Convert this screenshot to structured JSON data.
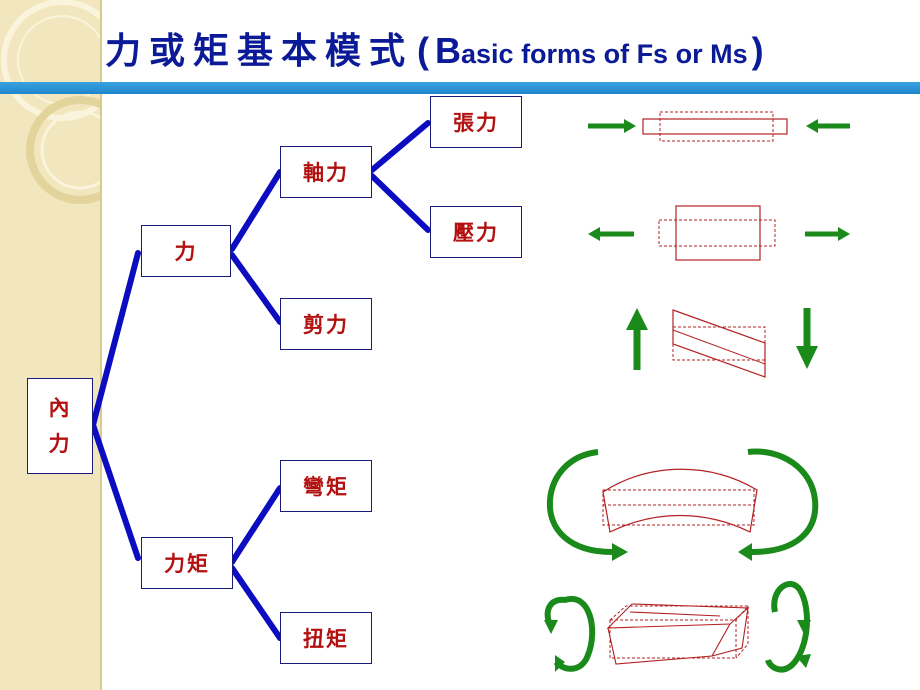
{
  "title": {
    "zh": "力或矩基本模式",
    "paren_open": "(",
    "en_initial": "B",
    "en_rest": "asic forms of Fs or Ms",
    "paren_close": ")"
  },
  "tree": {
    "root": {
      "line1": "內",
      "line2": "力"
    },
    "force": "力",
    "moment": "力矩",
    "axial": "軸力",
    "shear": "剪力",
    "tension": "張力",
    "compression": "壓力",
    "bending": "彎矩",
    "torsion": "扭矩"
  },
  "colors": {
    "title": "#0b1a96",
    "tree_line": "#0c0cc0",
    "node_text": "#b31010",
    "arrow": "#1a8a1a",
    "specimen": "#b32020",
    "band": "#2a95d8",
    "sidebar": "#f1e6bd"
  },
  "icons": [
    "tension-arrows-icon",
    "compression-arrows-icon",
    "shear-arrows-icon",
    "bending-moment-arrows-icon",
    "torsion-arrows-icon"
  ]
}
